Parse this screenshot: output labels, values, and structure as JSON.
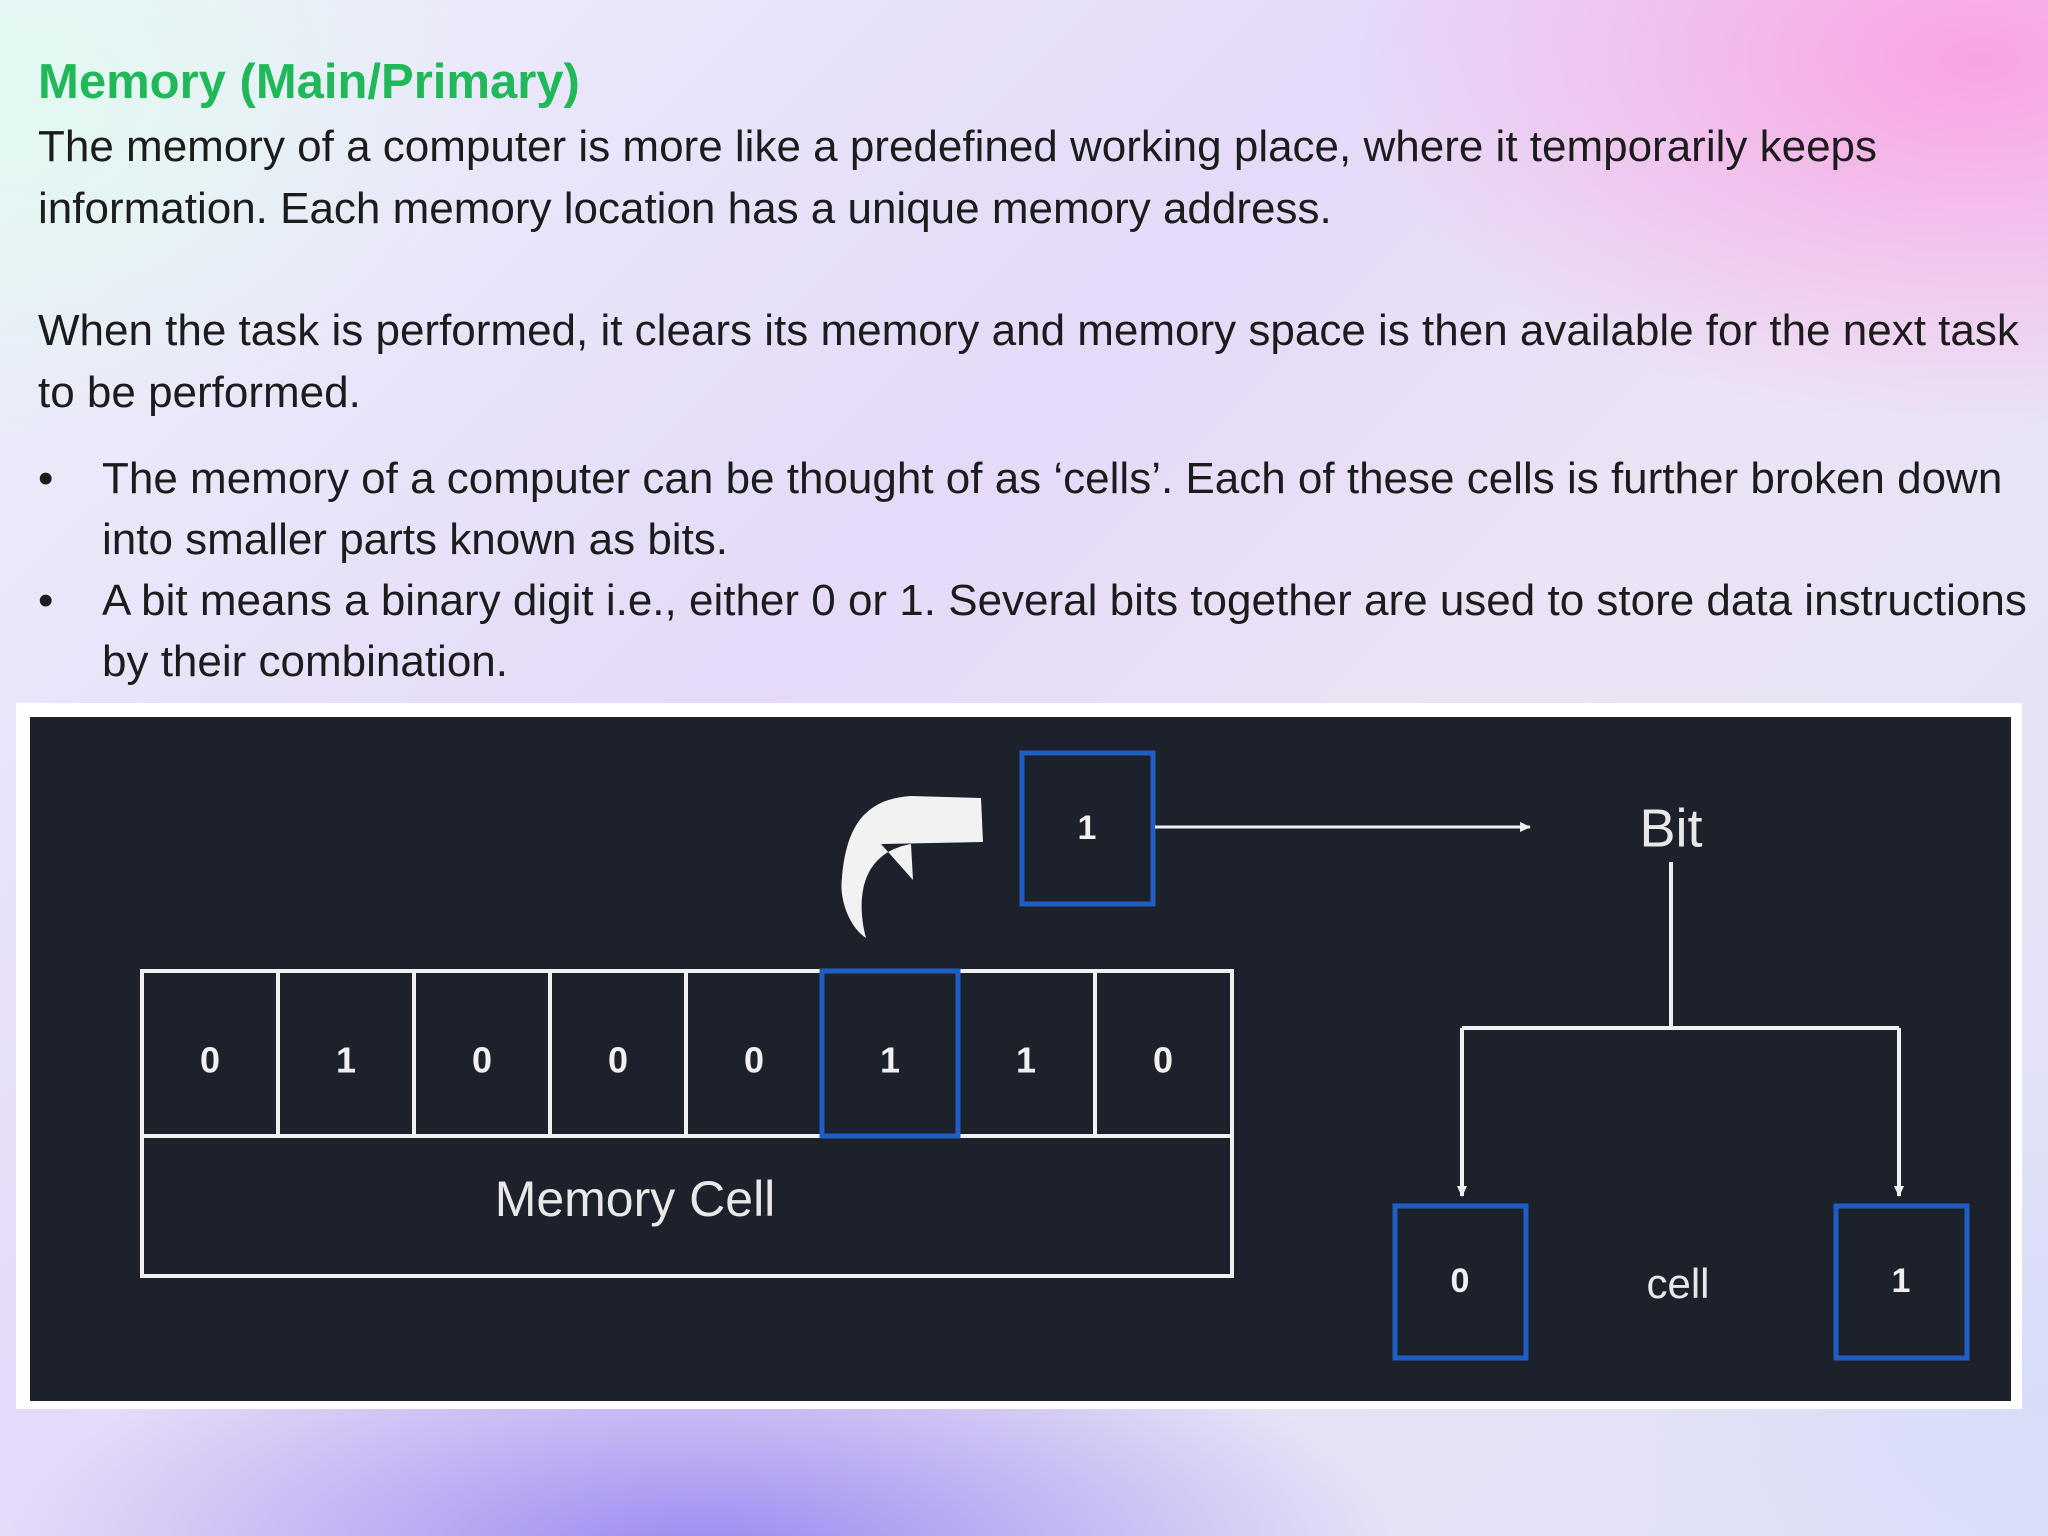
{
  "slide": {
    "title": "Memory (Main/Primary)",
    "paragraph1": "The memory of a computer is more like a predefined working place, where it temporarily keeps information. Each memory location has a unique memory address.",
    "paragraph2": "When the task is performed, it clears its memory and memory space is then available for the next task to be performed.",
    "bullet_marker": "•",
    "bullets": [
      "The memory of a computer can be thought of as ‘cells’. Each of these cells is further broken down into smaller parts known as bits.",
      "A bit means a binary digit i.e., either 0 or 1. Several bits together are used to store data instructions by their combination."
    ],
    "title_color": "#21b85a"
  },
  "diagram": {
    "bits": [
      "0",
      "1",
      "0",
      "0",
      "0",
      "1",
      "1",
      "0"
    ],
    "highlighted_bit_index": 5,
    "memory_cell_label": "Memory Cell",
    "lifted_bit": "1",
    "bit_label": "Bit",
    "cell_label": "cell",
    "left_value": "0",
    "right_value": "1",
    "icons": [
      "curved-arrow-icon",
      "arrow-right-icon",
      "arrow-down-icon"
    ],
    "colors": {
      "background": "#1d212b",
      "highlight": "#1f5fc4",
      "line": "#f0f0f0"
    }
  }
}
